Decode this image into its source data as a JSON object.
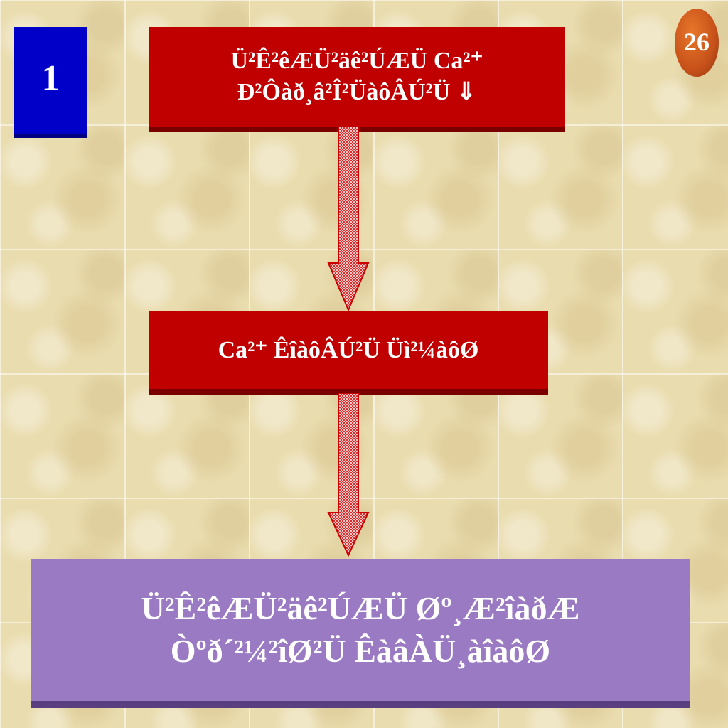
{
  "slide": {
    "number": "1",
    "page": "26"
  },
  "boxes": {
    "top": {
      "line1": "Ü²Ê²êÆÜ²äê²ÚÆÜ Ca²⁺",
      "line2": "Ð²Ôàð¸â²Î²ÜàôÂÚ²Ü ⇓"
    },
    "middle": {
      "line1": "Ca²⁺ ÊîàôÂÚ²Ü Üì²¼àôØ"
    },
    "bottom": {
      "line1": "Ü²Ê²êÆÜ²äê²ÚÆÜ Øº¸Æ²îàðÆ",
      "line2": "Òºð´²¼²îØ²Ü ÊàâÀÜ¸àîàôØ"
    }
  },
  "colors": {
    "red_box": "#c00000",
    "purple_box": "#9a7ac2",
    "number_box": "#0000c8",
    "badge": "#c7511a"
  }
}
